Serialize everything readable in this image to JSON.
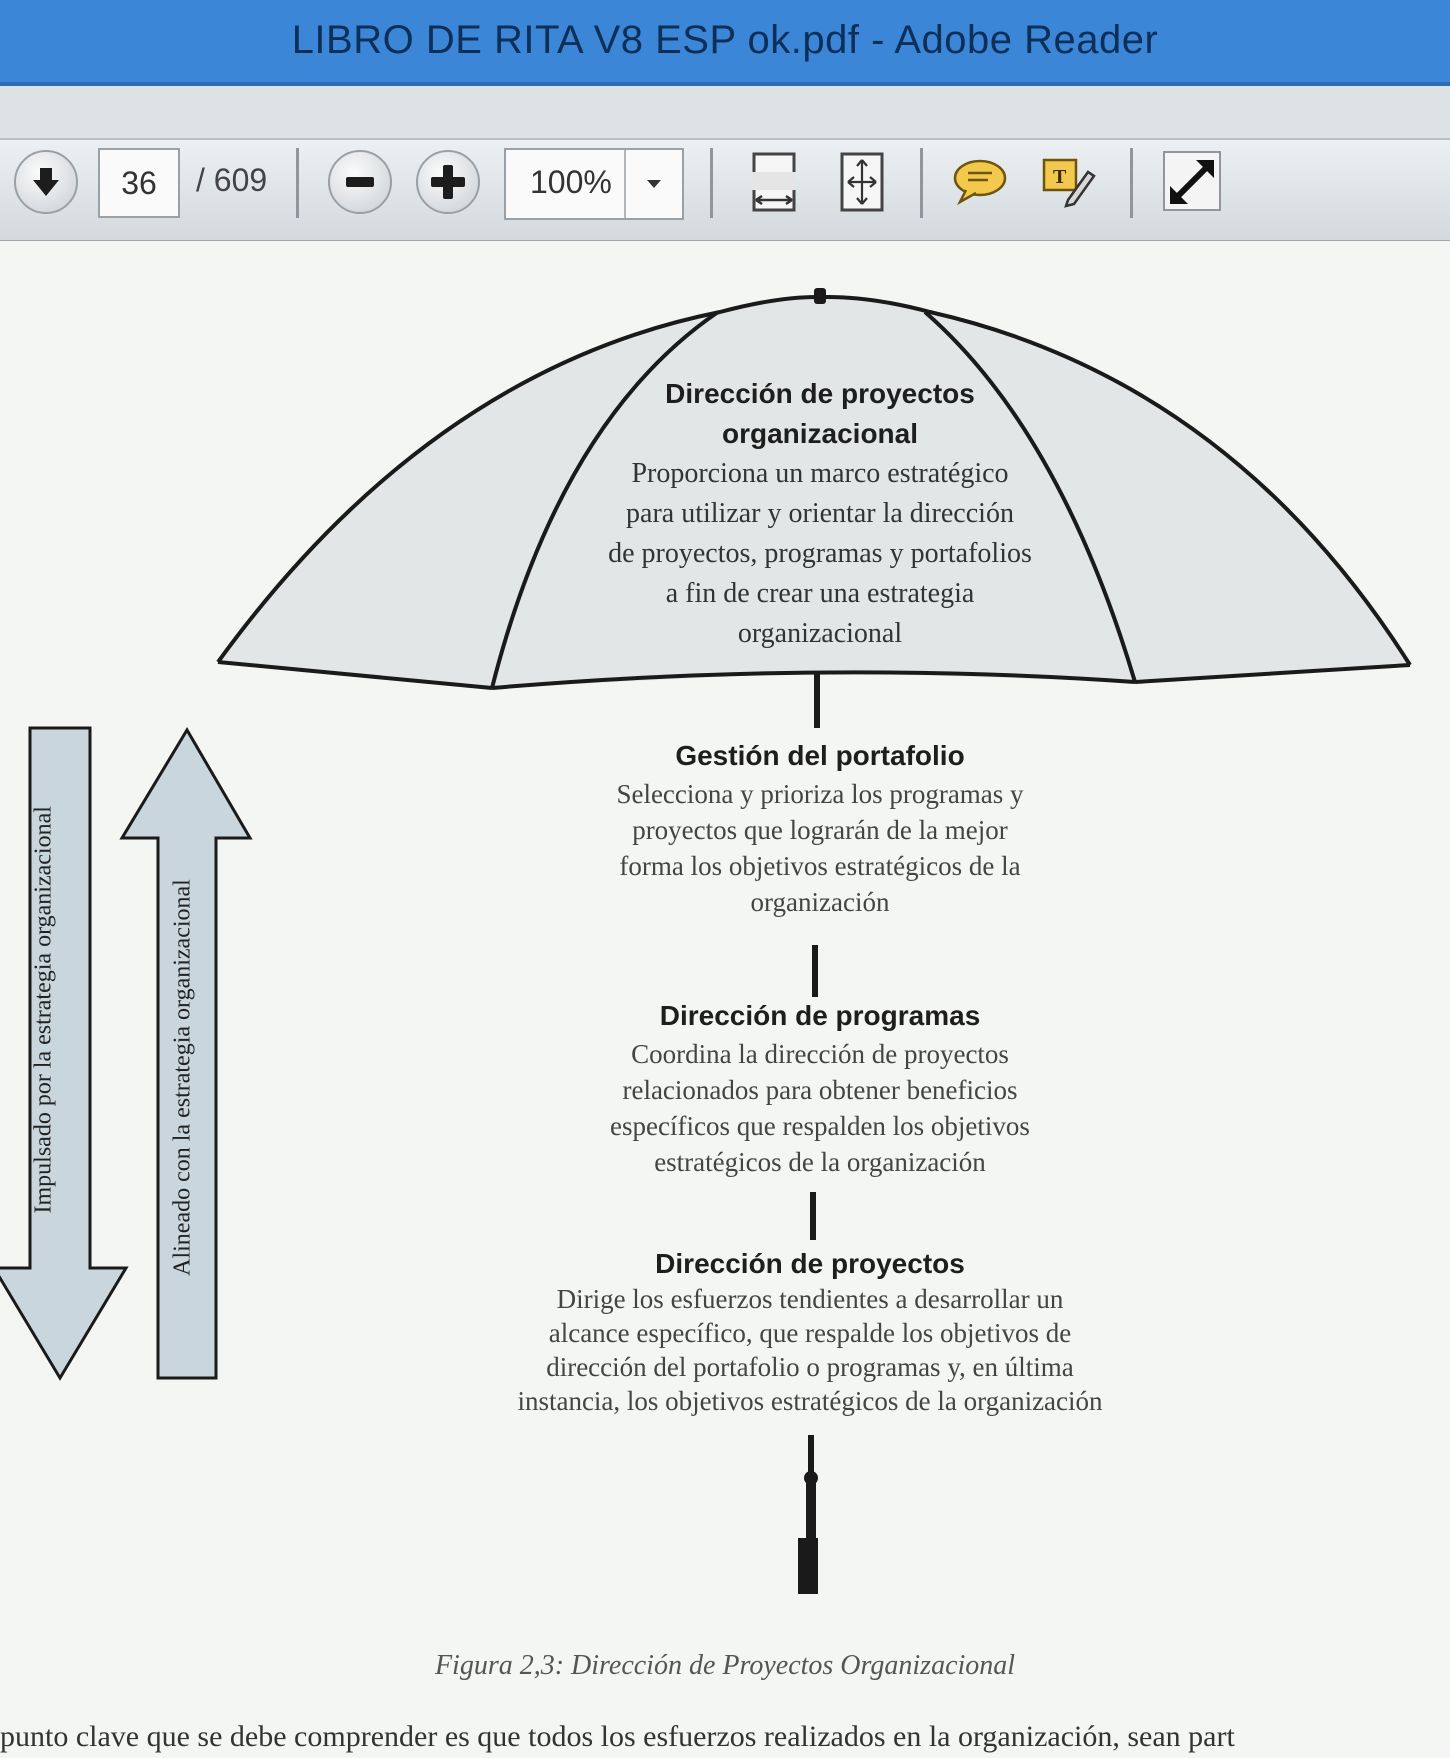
{
  "window": {
    "title": "LIBRO DE RITA V8 ESP ok.pdf - Adobe Reader"
  },
  "toolbar": {
    "current_page": "36",
    "total_pages": "/ 609",
    "zoom": "100%",
    "icons": [
      "next-page-icon",
      "zoom-out-icon",
      "zoom-in-icon",
      "fit-width-icon",
      "fit-page-icon",
      "comment-icon",
      "highlight-text-icon",
      "fullscreen-icon"
    ]
  },
  "figure": {
    "org": {
      "heading_line1": "Dirección de proyectos",
      "heading_line2": "organizacional",
      "body": [
        "Proporciona un marco estratégico",
        "para utilizar y orientar la dirección",
        "de proyectos, programas y portafolios",
        "a fin de crear una estrategia",
        "organizacional"
      ]
    },
    "portfolio": {
      "heading": "Gestión del portafolio",
      "body": [
        "Selecciona y prioriza los programas y",
        "proyectos que lograrán de la mejor",
        "forma los objetivos estratégicos de la",
        "organización"
      ]
    },
    "programs": {
      "heading": "Dirección de programas",
      "body": [
        "Coordina la dirección de proyectos",
        "relacionados para obtener beneficios",
        "específicos que respalden los objetivos",
        "estratégicos de la organización"
      ]
    },
    "projects": {
      "heading": "Dirección de proyectos",
      "body": [
        "Dirige los esfuerzos tendientes a desarrollar un",
        "alcance específico, que respalde los objetivos de",
        "dirección del portafolio o programas y, en última",
        "instancia, los objetivos estratégicos de la organización"
      ]
    },
    "arrow_down_label": "Impulsado por la estrategia organizacional",
    "arrow_up_label": "Alineado con la estrategia organizacional",
    "caption": "Figura 2,3: Dirección de Proyectos Organizacional"
  },
  "body_text": "punto clave que se debe comprender es que todos los esfuerzos realizados en la organización, sean part"
}
